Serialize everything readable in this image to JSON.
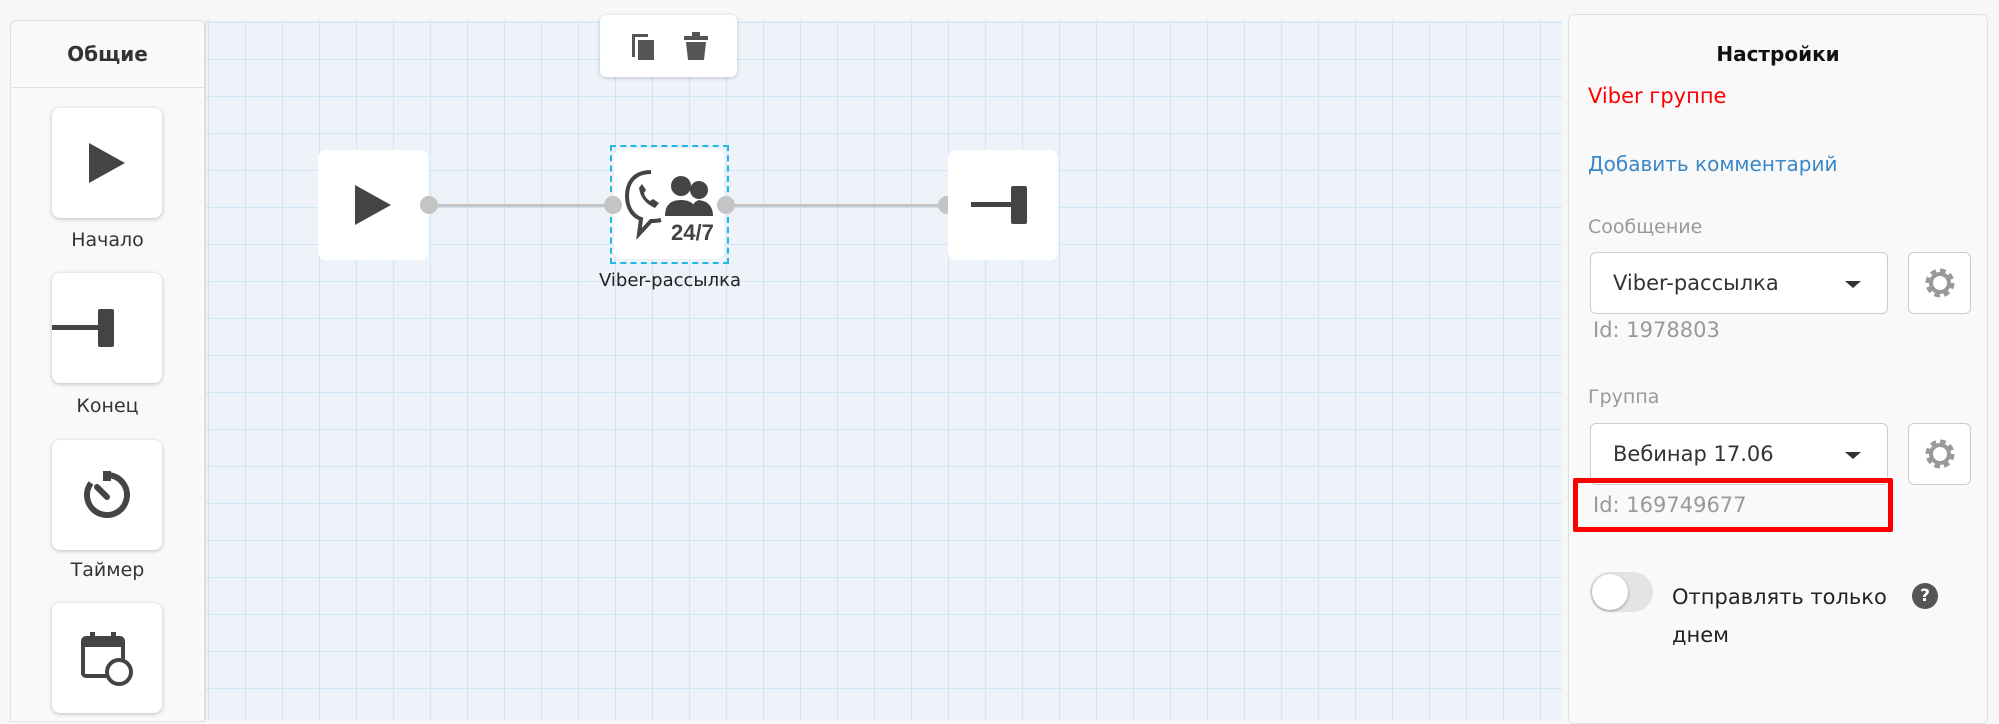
{
  "sidebar": {
    "tab": "Общие",
    "items": [
      {
        "label": "Начало",
        "icon": "play-icon"
      },
      {
        "label": "Конец",
        "icon": "end-icon"
      },
      {
        "label": "Таймер",
        "icon": "timer-icon"
      },
      {
        "label": "",
        "icon": "calendar-icon"
      }
    ]
  },
  "canvas": {
    "toolbar": {
      "icons": [
        "copy-icon",
        "trash-icon"
      ]
    },
    "nodes": [
      {
        "icon": "play-icon"
      },
      {
        "label": "Viber-рассылка",
        "badge": "24/7",
        "icon": "viber-group-icon"
      },
      {
        "icon": "end-icon"
      }
    ]
  },
  "settings": {
    "title": "Настройки",
    "subtitle": "Viber группе",
    "add_comment": "Добавить комментарий",
    "message_label": "Сообщение",
    "message_value": "Viber-рассылка",
    "message_id": "Id: 1978803",
    "group_label": "Группа",
    "group_value": "Вебинар 17.06",
    "group_id": "Id: 169749677",
    "toggle_label": "Отправлять только днем",
    "toggle_on": false
  },
  "colors": {
    "subtitle": "#ff0000",
    "link": "#3a87c8",
    "highlight": "#ff0000",
    "selection": "#1fb8e8"
  }
}
